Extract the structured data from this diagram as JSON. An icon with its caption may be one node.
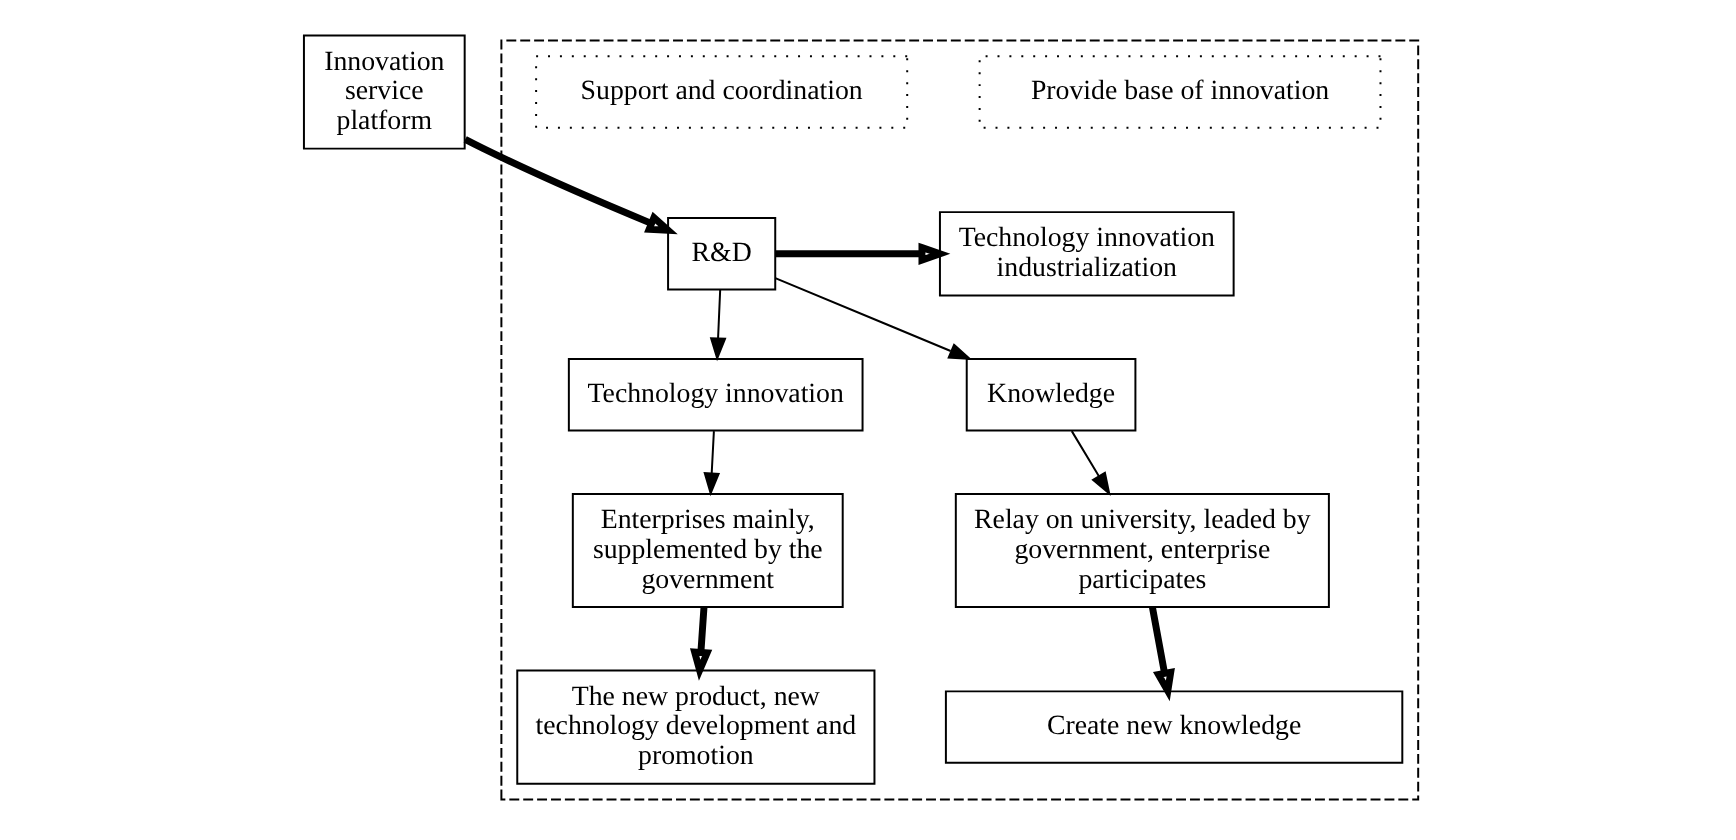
{
  "diagram": {
    "nodes": [
      {
        "text": [
          "Innovation service platform"
        ]
      },
      {
        "text": [],
        "shape": "box"
      },
      {
        "text": [
          "Support and coordination"
        ],
        "in": 1
      },
      {
        "text": [
          "Provide base of innovation"
        ],
        "in": 1
      },
      {
        "text": [
          "R&D"
        ],
        "in": 1
      },
      {
        "text": [
          "Technology innovation industrialization"
        ],
        "in": 1
      },
      {
        "text": [
          "Technology innovation"
        ],
        "in": 1
      },
      {
        "text": [
          "Knowledge"
        ],
        "in": 1
      },
      {
        "text": [
          "Enterprises mainly, supplemented by the government"
        ],
        "in": 1
      },
      {
        "text": [
          "Relay on university, leaded by government, enterprise participates"
        ],
        "in": 1
      },
      {
        "text": [
          "The new product, new technology development and promotion"
        ],
        "in": 1
      },
      {
        "text": [
          "Create new knowledge"
        ],
        "in": 1
      }
    ],
    "edges": [
      {
        "from": 0,
        "to": 4,
        "arrow": "to",
        "style": "thick"
      },
      {
        "from": 4,
        "to": 5,
        "arrow": "to",
        "style": "thick"
      },
      {
        "from": 4,
        "to": 6,
        "arrow": "to"
      },
      {
        "from": 4,
        "to": 7,
        "arrow": "to"
      },
      {
        "from": 6,
        "to": 8,
        "arrow": "to"
      },
      {
        "from": 7,
        "to": 9,
        "arrow": "to"
      },
      {
        "from": 8,
        "to": 10,
        "arrow": "to",
        "style": "thick"
      },
      {
        "from": 9,
        "to": 11,
        "arrow": "to",
        "style": "thick"
      }
    ]
  }
}
